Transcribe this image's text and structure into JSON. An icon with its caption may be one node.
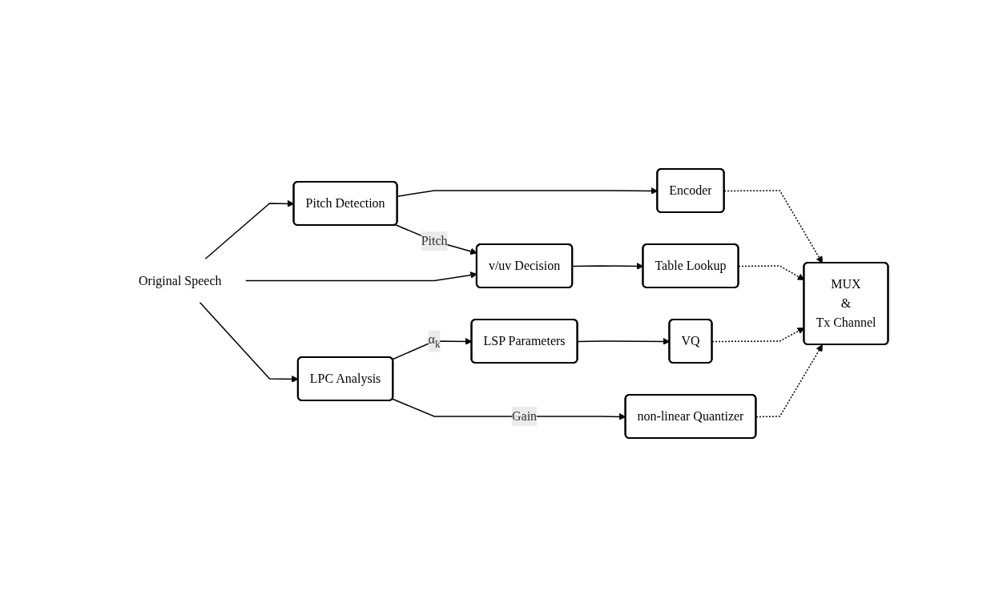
{
  "diagram": {
    "nodes": [
      {
        "text": [
          "Original Speech"
        ]
      },
      {
        "text": [
          "Pitch Detection"
        ]
      },
      {
        "text": [
          "Encoder"
        ]
      },
      {
        "text": [
          "MUX",
          "&",
          "Tx Channel"
        ]
      },
      {
        "text": [
          "v/uv Decision"
        ]
      },
      {
        "text": [
          "Table Lookup"
        ]
      },
      {
        "text": [
          "LPC Analysis"
        ]
      },
      {
        "text": [
          "LSP Parameters"
        ]
      },
      {
        "text": [
          "VQ"
        ]
      },
      {
        "text": [
          "non-linear Quantizer"
        ]
      }
    ],
    "edges": [
      {
        "from": 0,
        "to": 1,
        "arrow": "to"
      },
      {
        "from": 0,
        "to": 4,
        "arrow": "to"
      },
      {
        "from": 0,
        "to": 6,
        "arrow": "to"
      },
      {
        "from": 1,
        "to": 2,
        "arrow": "to"
      },
      {
        "from": 1,
        "to": 4,
        "arrow": "to",
        "label": "Pitch"
      },
      {
        "from": 4,
        "to": 5,
        "arrow": "to"
      },
      {
        "from": 6,
        "to": 7,
        "arrow": "to",
        "label": "α$_{k}$"
      },
      {
        "from": 7,
        "to": 8,
        "arrow": "to"
      },
      {
        "from": 6,
        "to": 9,
        "arrow": "to",
        "label": "Gain"
      },
      {
        "from": 2,
        "to": 3,
        "arrow": "to",
        "style": "dashed"
      },
      {
        "from": 5,
        "to": 3,
        "arrow": "to",
        "style": "dashed"
      },
      {
        "from": 8,
        "to": 3,
        "arrow": "to",
        "style": "dashed"
      },
      {
        "from": 9,
        "to": 3,
        "arrow": "to",
        "style": "dashed"
      }
    ]
  }
}
